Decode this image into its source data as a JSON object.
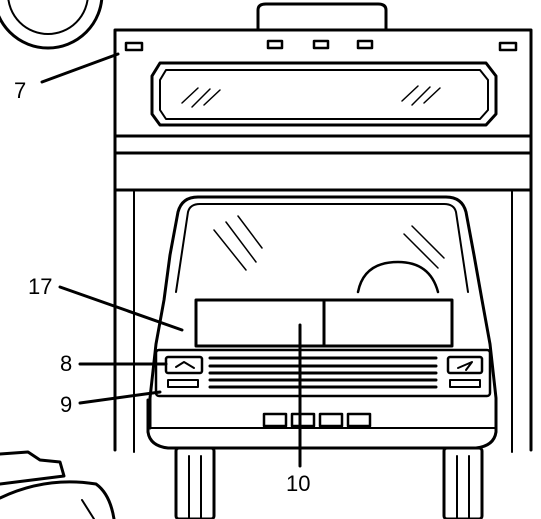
{
  "figure": {
    "callouts": [
      {
        "id": "c7",
        "label": "7"
      },
      {
        "id": "c17",
        "label": "17"
      },
      {
        "id": "c8",
        "label": "8"
      },
      {
        "id": "c9",
        "label": "9"
      },
      {
        "id": "c10",
        "label": "10"
      }
    ],
    "colors": {
      "ink": "#000000",
      "paper": "#ffffff",
      "dark_fill": "#000000"
    }
  }
}
